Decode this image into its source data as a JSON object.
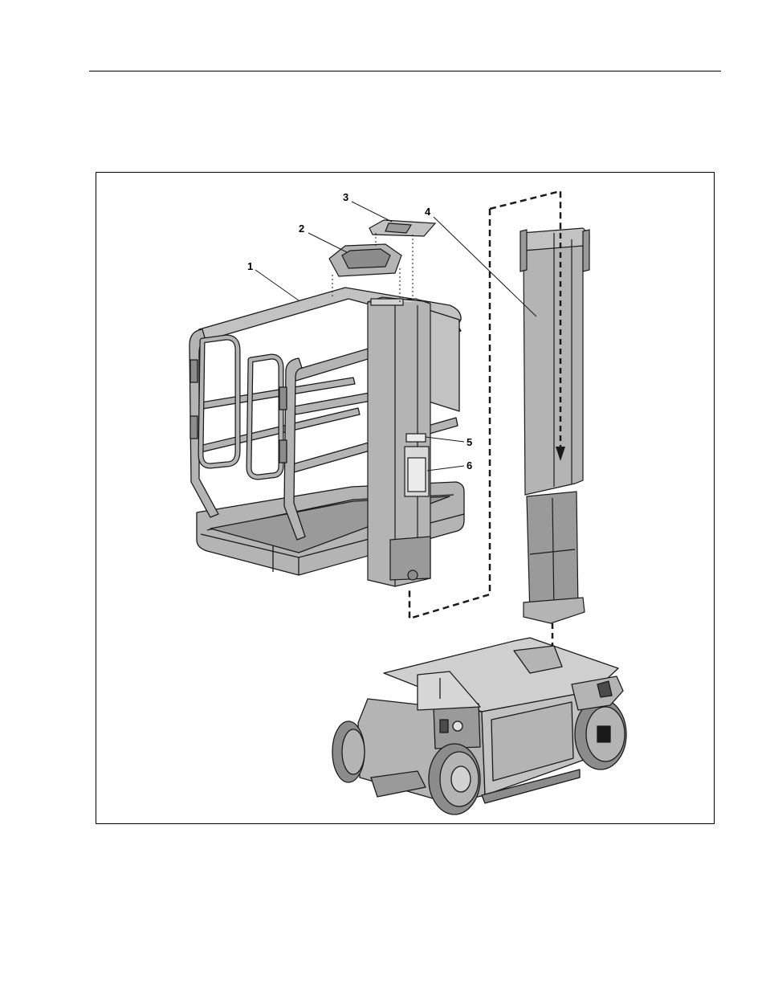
{
  "figure": {
    "callouts": [
      {
        "id": "1",
        "label": "1"
      },
      {
        "id": "2",
        "label": "2"
      },
      {
        "id": "3",
        "label": "3"
      },
      {
        "id": "4",
        "label": "4"
      },
      {
        "id": "5",
        "label": "5"
      },
      {
        "id": "6",
        "label": "6"
      }
    ],
    "colors": {
      "metal": "#b4b4b4",
      "metal_dark": "#8c8c8c",
      "metal_light": "#d2d2d2",
      "outline": "#1a1a1a"
    }
  }
}
